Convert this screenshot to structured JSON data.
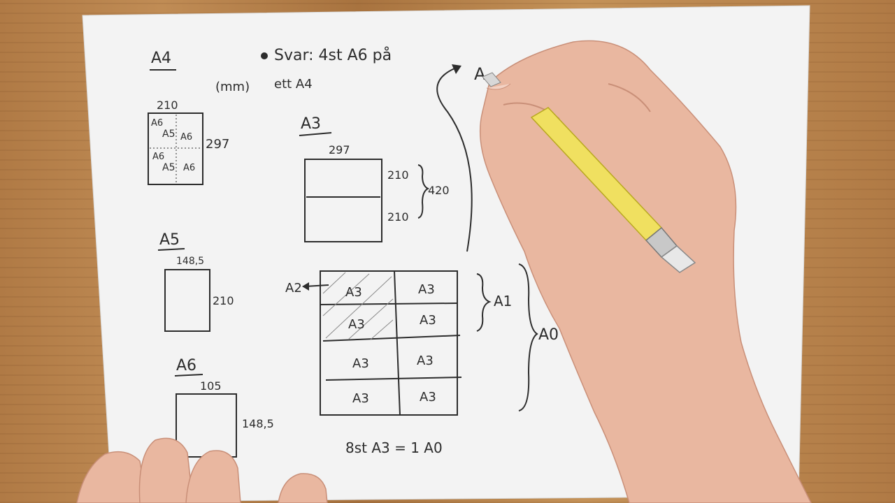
{
  "notes": {
    "a4_heading": "A4",
    "answer": "Svar: 4st A6 på",
    "unit": "(mm)",
    "one_a4": "ett A4",
    "a4_width": "210",
    "a4_height": "297",
    "a4_cells": [
      "A6",
      "A5",
      "A6",
      "A6",
      "A5",
      "A6"
    ],
    "a3_heading": "A3",
    "a3_width": "297",
    "a3_half_top": "210",
    "a3_half_bottom": "210",
    "a3_total": "420",
    "a5_heading": "A5",
    "a5_width": "148,5",
    "a5_height": "210",
    "a6_heading": "A6",
    "a6_width": "105",
    "a6_height": "148,5",
    "a2_label": "A2",
    "grid_cells": [
      "A3",
      "A3",
      "A3",
      "A3",
      "A3",
      "A3",
      "A3",
      "A3"
    ],
    "a1_label": "A1",
    "a0_label": "A0",
    "equation": "8st A3 = 1 A0",
    "corner_letter": "A"
  }
}
